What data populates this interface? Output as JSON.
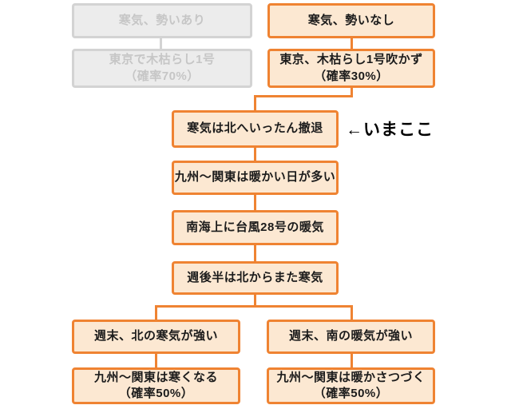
{
  "colors": {
    "accent_orange": "#ef8332",
    "active_box_fill": "#fce8d2",
    "active_text": "#1b1b1b",
    "inactive_border": "#d3d3d3",
    "inactive_fill": "#ececec",
    "inactive_text": "#c6c6c6",
    "annotation_text": "#000000",
    "background": "#ffffff"
  },
  "nodes": {
    "cold_strong": {
      "line1": "寒気、勢いあり"
    },
    "kogarashi_tokyo": {
      "line1": "東京で木枯らし1号",
      "line2": "（確率70%）"
    },
    "cold_weak": {
      "line1": "寒気、勢いなし"
    },
    "kogarashi_none": {
      "line1": "東京、木枯らし1号吹かず",
      "line2": "（確率30%）"
    },
    "cold_retreat": {
      "line1": "寒気は北へいったん撤退"
    },
    "warm_days": {
      "line1": "九州〜関東は暖かい日が多い"
    },
    "typhoon_warmth": {
      "line1": "南海上に台風28号の暖気"
    },
    "cold_returns": {
      "line1": "週後半は北からまた寒気"
    },
    "weekend_cold_strong": {
      "line1": "週末、北の寒気が強い"
    },
    "gets_cold": {
      "line1": "九州〜関東は寒くなる",
      "line2": "（確率50%）"
    },
    "weekend_warm_strong": {
      "line1": "週末、南の暖気が強い"
    },
    "stays_warm": {
      "line1": "九州〜関東は暖かさつづく",
      "line2": "（確率50%）"
    }
  },
  "annotation": {
    "now_here": "←いまここ"
  }
}
